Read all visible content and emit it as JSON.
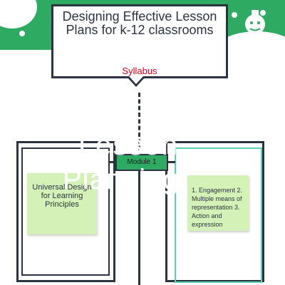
{
  "header": {
    "title": "Designing Effective Lesson Plans for k-12 classrooms",
    "subtitle": "Syllabus"
  },
  "module_button": {
    "label": "Module 1"
  },
  "left_card": {
    "text": "Universal Design for Learning Principles"
  },
  "right_card": {
    "text": "1. Engagement 2. Multiple means of representation 3. Action and expression"
  },
  "overlay": {
    "line1": "Lesson",
    "line2": "Planning"
  },
  "colors": {
    "brand_green": "#2eaa63",
    "sticky_green": "#d4f2b8",
    "accent_red": "#d0021b",
    "accent_teal": "#5bd0b0",
    "ink": "#2b3340"
  },
  "icons": [
    "robot-icon"
  ]
}
